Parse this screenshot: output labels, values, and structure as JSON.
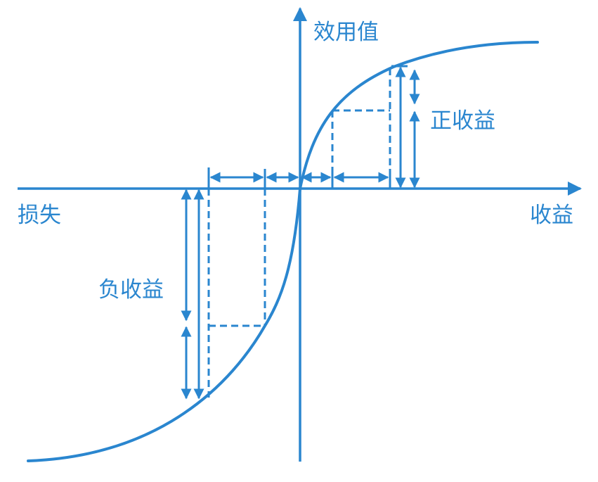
{
  "colors": {
    "accent": "#2a86cf"
  },
  "labels": {
    "y_axis": "效用值",
    "x_positive": "收益",
    "x_negative": "损失",
    "gain": "正收益",
    "loss": "负收益"
  }
}
